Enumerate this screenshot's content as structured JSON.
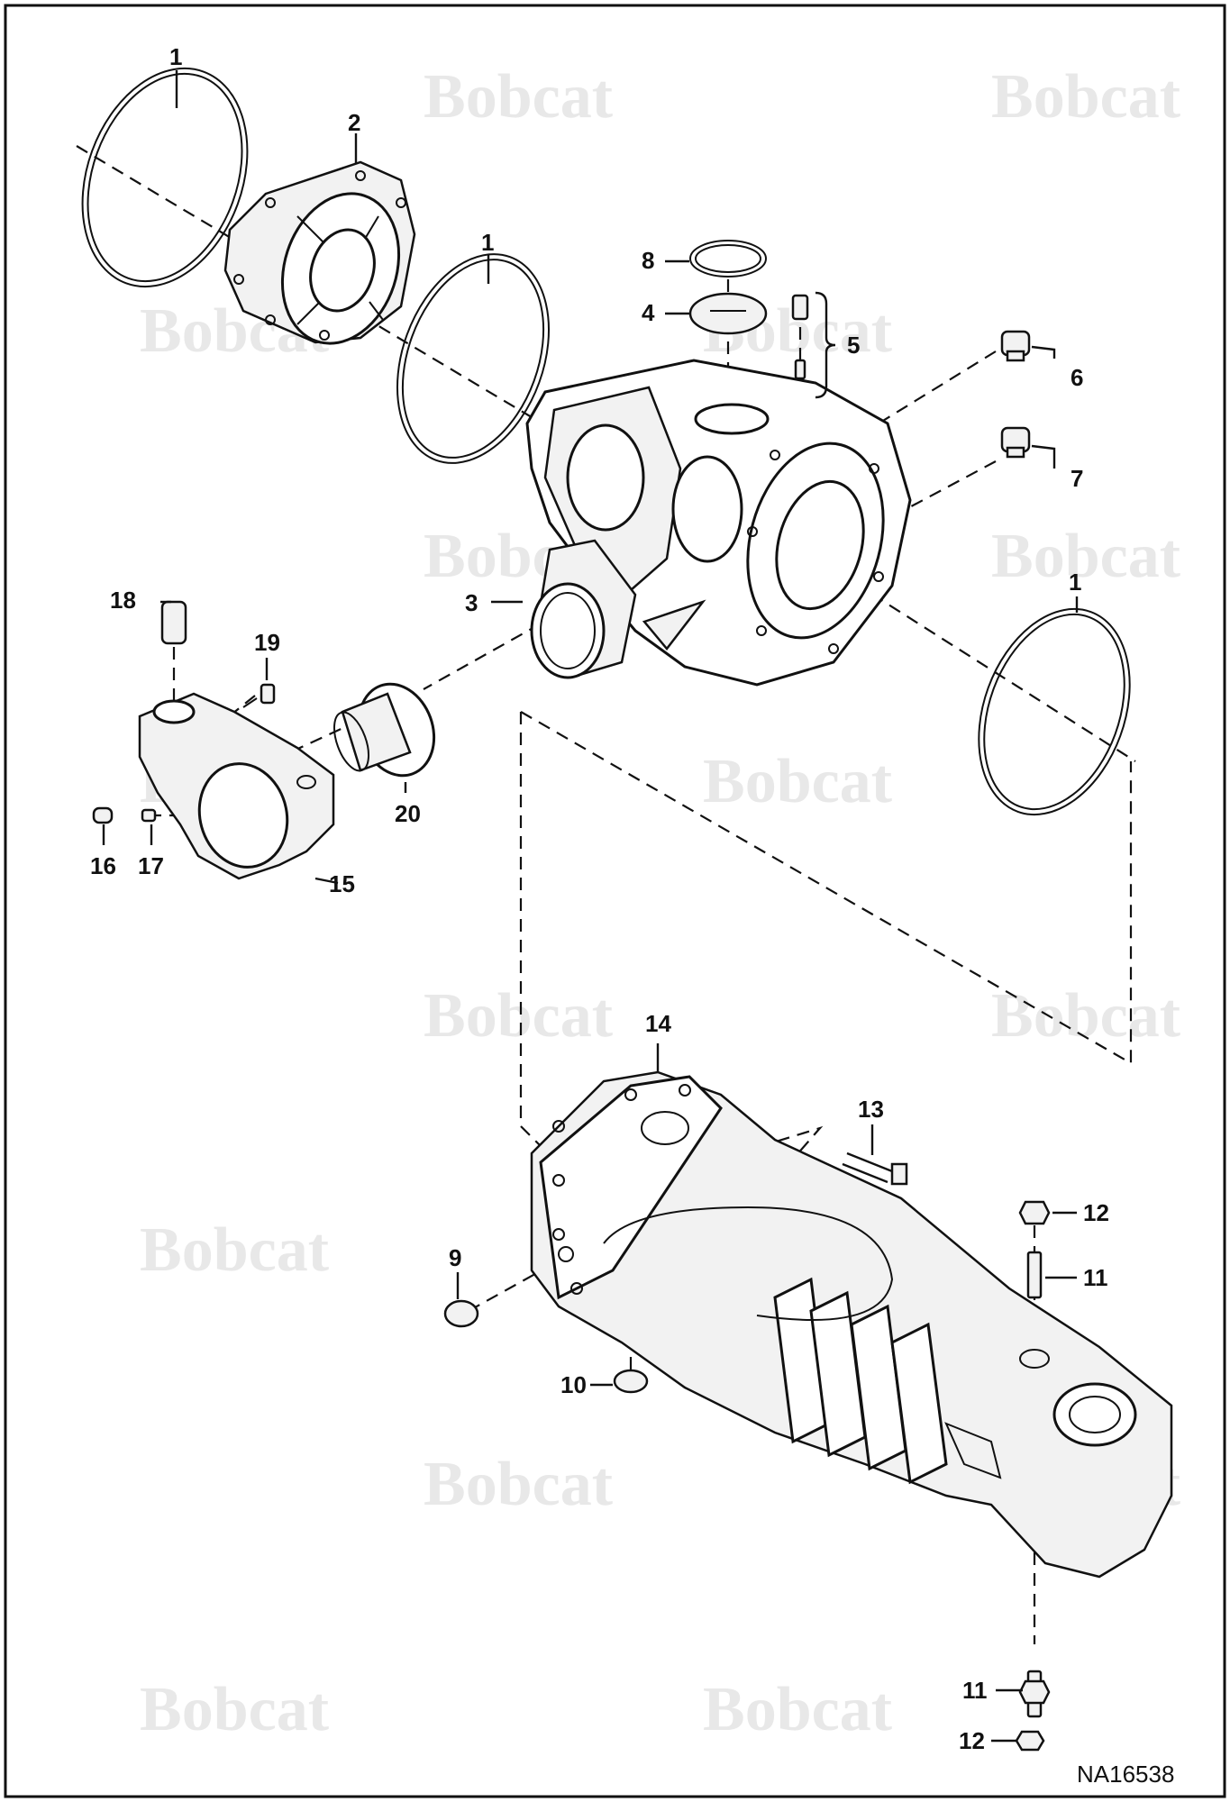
{
  "watermark": {
    "text": "Bobcat",
    "color": "#e8e8e8"
  },
  "drawing_code": "NA16538",
  "callouts": {
    "c1a": "1",
    "c2": "2",
    "c1b": "1",
    "c8": "8",
    "c4": "4",
    "c5": "5",
    "c6": "6",
    "c7": "7",
    "c3": "3",
    "c1c": "1",
    "c18": "18",
    "c19": "19",
    "c20": "20",
    "c16": "16",
    "c17": "17",
    "c15": "15",
    "c14": "14",
    "c13": "13",
    "c12a": "12",
    "c11a": "11",
    "c9": "9",
    "c10": "10",
    "c11b": "11",
    "c12b": "12"
  }
}
